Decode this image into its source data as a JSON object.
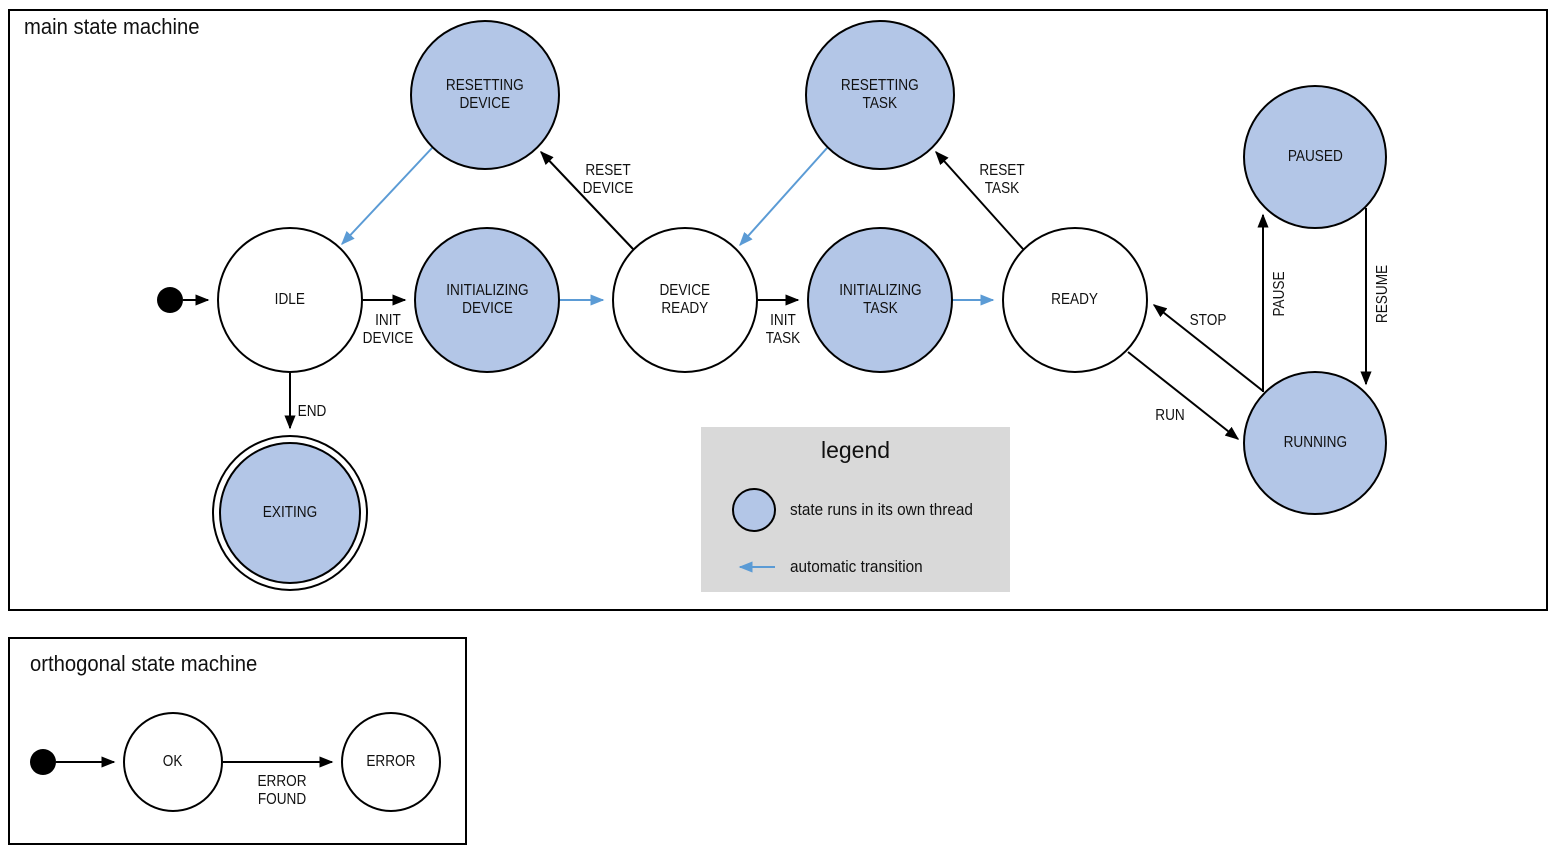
{
  "main": {
    "title": "main state machine",
    "states": {
      "idle": {
        "label": "IDLE"
      },
      "resetting_device": {
        "label": "RESETTING\nDEVICE"
      },
      "initializing_device": {
        "label": "INITIALIZING\nDEVICE"
      },
      "device_ready": {
        "label": "DEVICE\nREADY"
      },
      "resetting_task": {
        "label": "RESETTING\nTASK"
      },
      "initializing_task": {
        "label": "INITIALIZING\nTASK"
      },
      "ready": {
        "label": "READY"
      },
      "paused": {
        "label": "PAUSED"
      },
      "running": {
        "label": "RUNNING"
      },
      "exiting": {
        "label": "EXITING"
      }
    },
    "transitions": {
      "init_device": {
        "label": "INIT\nDEVICE"
      },
      "reset_device": {
        "label": "RESET\nDEVICE"
      },
      "init_task": {
        "label": "INIT\nTASK"
      },
      "reset_task": {
        "label": "RESET\nTASK"
      },
      "end": {
        "label": "END"
      },
      "stop": {
        "label": "STOP"
      },
      "run": {
        "label": "RUN"
      },
      "pause": {
        "label": "PAUSE"
      },
      "resume": {
        "label": "RESUME"
      }
    }
  },
  "legend": {
    "title": "legend",
    "thread_item": "state runs in its own thread",
    "auto_item": "automatic transition"
  },
  "orthogonal": {
    "title": "orthogonal state machine",
    "states": {
      "ok": {
        "label": "OK"
      },
      "error": {
        "label": "ERROR"
      }
    },
    "transitions": {
      "error_found": {
        "label": "ERROR\nFOUND"
      }
    }
  },
  "colors": {
    "thread_state_fill": "#b3c6e7",
    "automatic_transition": "#5b9bd5",
    "legend_background": "#d9d9d9",
    "line": "#000000"
  }
}
